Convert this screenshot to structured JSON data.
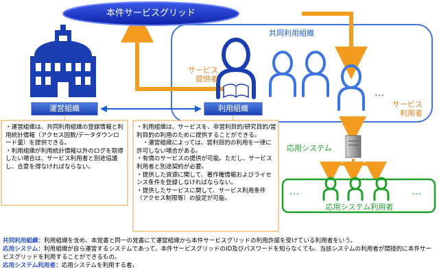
{
  "grid_title": "本件サービスグリッド",
  "joint_org_title": "共同利用組織",
  "operating_org": "運営組織",
  "user_org": "利用組織",
  "service_provider": "サービス\n提供者",
  "service_user": "サービス\n利用者",
  "dots": "…",
  "app_system": "応用システム",
  "app_system_users": "応用システム利用者",
  "left_note": [
    "・運営組織は、共同利用組織の登録情報と利用統計情報（アクセス回数/データダウンロード量）を提供できる。",
    "・利用組織が利用統計情報以外のログを取得したい場合は、サービス利用者と別途協議し、合意を得なければならない。"
  ],
  "right_note": [
    "・利用組織は、サービスを、非営利目的/研究目的/営利目的の利用のために提供することができる。",
    "　・運営組織によっては、営利目的の利用を一律に許可しない場合がある。",
    "・有償のサービスの提供が可能。ただし、サービス利用者と別途契約が必要。",
    "・提供した資源に関して、著作権情報およびライセンス条件を登録しなければならない。",
    "・提供したサービスに関して、サービス利用条件（アクセス制限等）の設定が可能。"
  ],
  "definitions": [
    {
      "term": "共同利用組織",
      "text": "：利用組織を含め、本覚書と同一の覚書にて運営組織から本件サービスグリッドの利用許諾を受けている利用者をいう。"
    },
    {
      "term": "応用システム",
      "text": "：利用組織が自ら運営するシステムであって、本件サービスグリッドのID及びパスワードを知らなくても、当該システムの利用者が間接的に本件サービスグリッドを利用することができるもの。"
    },
    {
      "term": "応用システム利用者",
      "text": "：応用システムを利用する者。"
    }
  ],
  "colors": {
    "grid_fill": "#1b38c8",
    "blue": "#1f5fd6",
    "orange": "#f39c1f",
    "green": "#22a02c",
    "note_border": "#f0a040"
  }
}
